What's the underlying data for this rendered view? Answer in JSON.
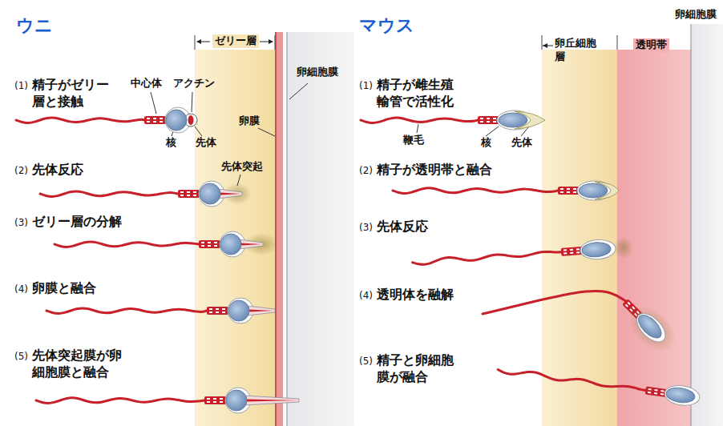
{
  "diagram": {
    "labels": [
      "ウニ",
      "ゼリー層",
      "卵細胞膜",
      "(1)",
      "精子がゼリー層と接触",
      "中心体",
      "アクチン",
      "核",
      "先体",
      "卵膜",
      "(2)",
      "先体反応",
      "先体突起",
      "(3)",
      "ゼリー層の分解",
      "(4)",
      "卵膜と融合",
      "(5)",
      "先体突起膜が卵細胞膜と融合",
      "マウス",
      "卵細胞膜",
      "卵丘細胞層",
      "透明帯",
      "(1)",
      "精子が雌生殖輸管で活性化",
      "鞭毛",
      "核",
      "先体",
      "(2)",
      "精子が透明帯と融合",
      "(3)",
      "先体反応",
      "(4)",
      "透明体を融解",
      "(5)",
      "精子と卵細胞膜が融合"
    ]
  }
}
